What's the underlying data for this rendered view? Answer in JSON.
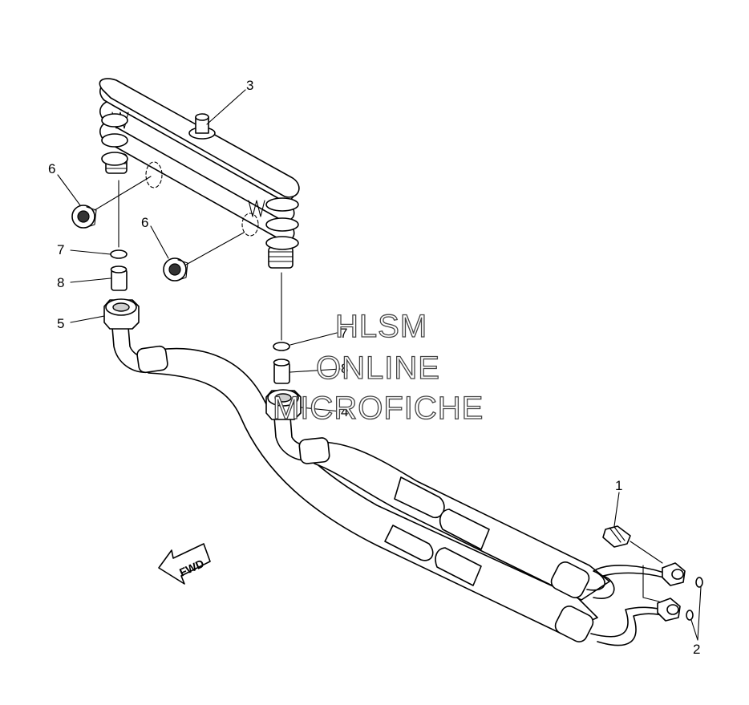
{
  "callouts": [
    "1",
    "2",
    "3",
    "4",
    "5",
    "6",
    "6",
    "7",
    "7",
    "8",
    "8"
  ],
  "watermark": [
    "HLSM",
    "ONLINE",
    "MICROFICHE"
  ],
  "direction_label": "FWD"
}
